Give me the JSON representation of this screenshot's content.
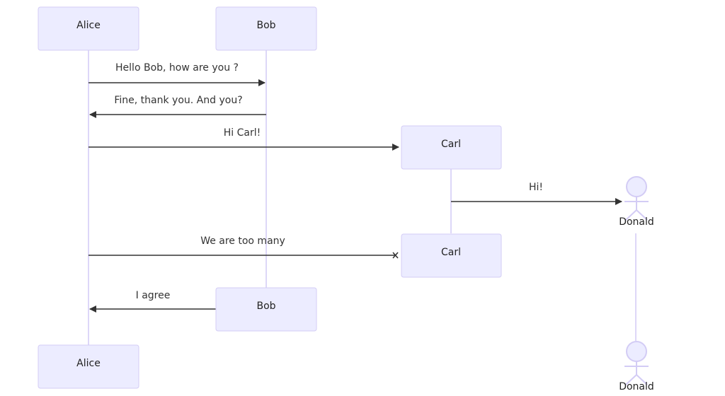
{
  "participants": {
    "alice": "Alice",
    "bob": "Bob",
    "carl": "Carl",
    "donald": "Donald"
  },
  "messages": [
    {
      "from": "Alice",
      "to": "Bob",
      "text": "Hello Bob, how are you ?"
    },
    {
      "from": "Bob",
      "to": "Alice",
      "text": "Fine, thank you. And you?"
    },
    {
      "from": "Alice",
      "to": "Carl",
      "text": "Hi Carl!"
    },
    {
      "from": "Carl",
      "to": "Donald",
      "text": "Hi!"
    },
    {
      "from": "Alice",
      "to": "Carl",
      "text": "We are too many",
      "end": "cross"
    },
    {
      "from": "Bob",
      "to": "Alice",
      "text": "I agree"
    }
  ],
  "colors": {
    "box_fill": "#ececff",
    "box_border": "#d3ccf5",
    "lifeline": "#ddd7f8",
    "message_line": "#333333"
  }
}
